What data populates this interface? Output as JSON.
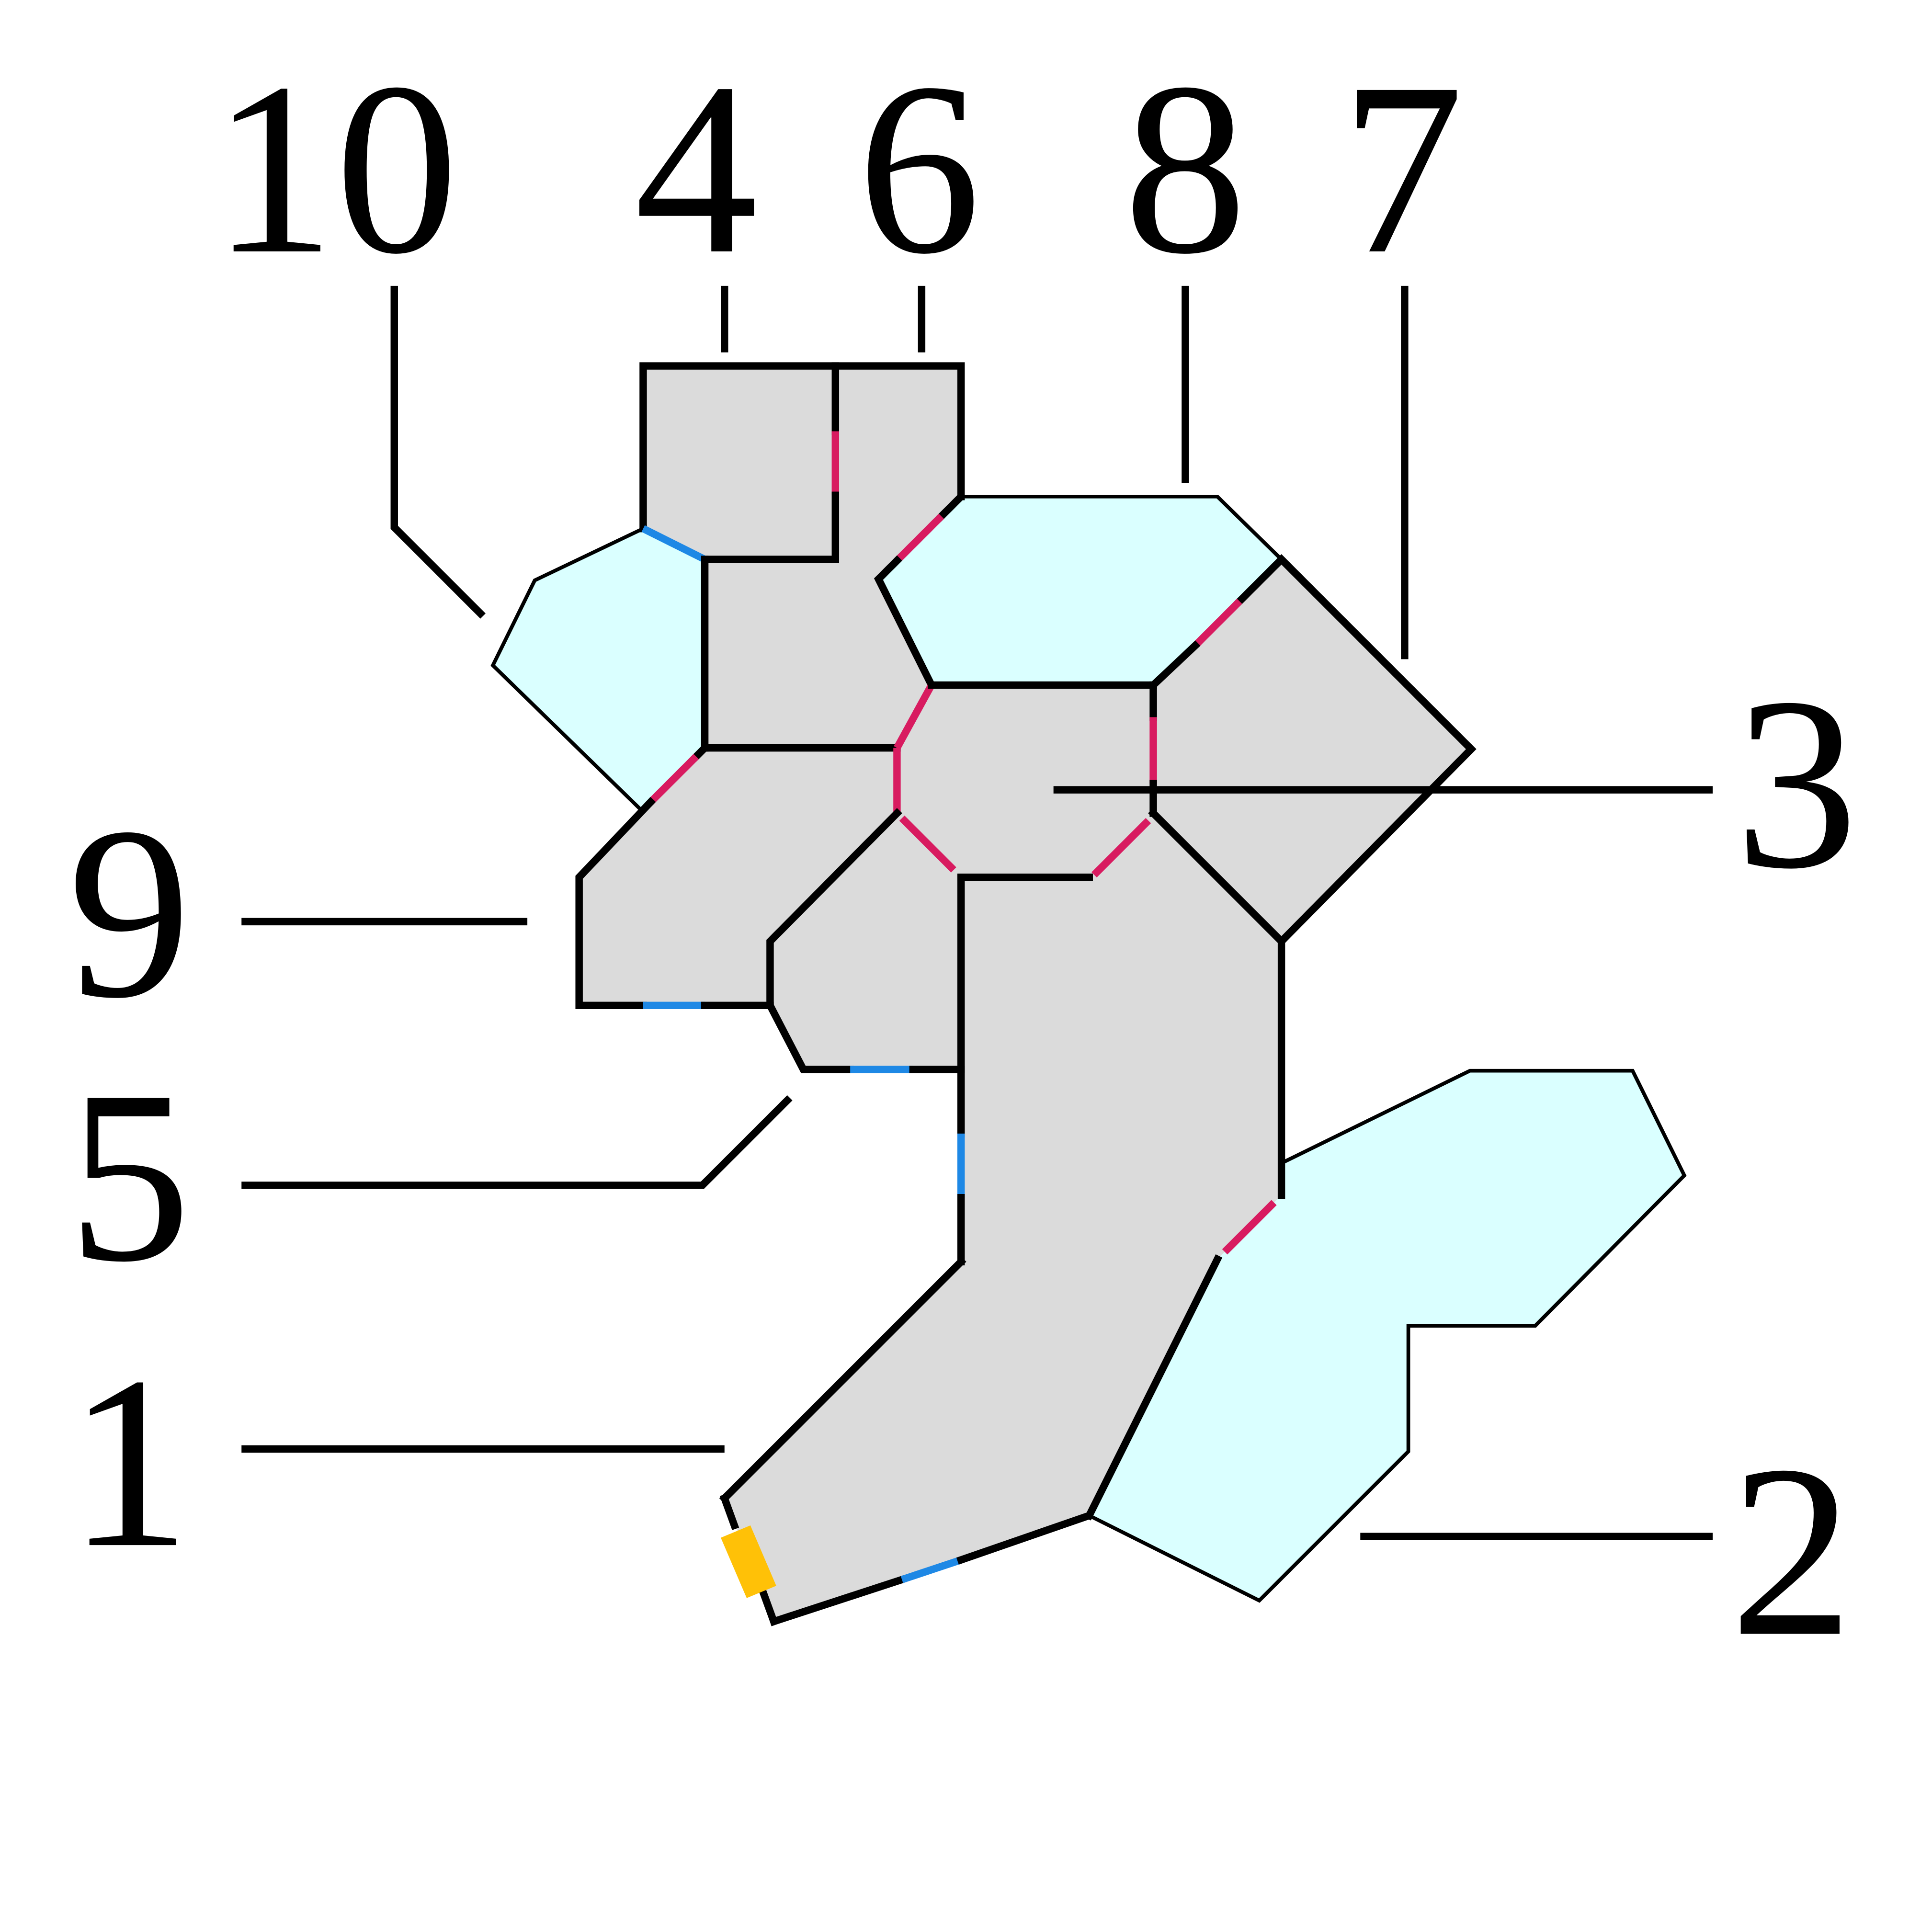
{
  "figure": {
    "type": "region-adjacency-diagram",
    "labels": [
      {
        "id": "label-10",
        "text": "10"
      },
      {
        "id": "label-4",
        "text": "4"
      },
      {
        "id": "label-6",
        "text": "6"
      },
      {
        "id": "label-8",
        "text": "8"
      },
      {
        "id": "label-7",
        "text": "7"
      },
      {
        "id": "label-3",
        "text": "3"
      },
      {
        "id": "label-9",
        "text": "9"
      },
      {
        "id": "label-5",
        "text": "5"
      },
      {
        "id": "label-1",
        "text": "1"
      },
      {
        "id": "label-2",
        "text": "2"
      }
    ],
    "colors": {
      "occupied_region": "#DBDBDB",
      "open_region": "#DAFFFF",
      "outline": "#000000",
      "pink_edge": "#D81B60",
      "blue_edge": "#1E88E5",
      "marker": "#FFC107",
      "background": "#FFFFFF"
    },
    "regions": [
      {
        "label": "1",
        "fill": "gray"
      },
      {
        "label": "2",
        "fill": "cyan"
      },
      {
        "label": "3",
        "fill": "gray"
      },
      {
        "label": "4",
        "fill": "gray"
      },
      {
        "label": "5",
        "fill": "gray"
      },
      {
        "label": "6",
        "fill": "gray"
      },
      {
        "label": "7",
        "fill": "gray"
      },
      {
        "label": "8",
        "fill": "cyan"
      },
      {
        "label": "9",
        "fill": "gray"
      },
      {
        "label": "10",
        "fill": "cyan"
      }
    ]
  }
}
